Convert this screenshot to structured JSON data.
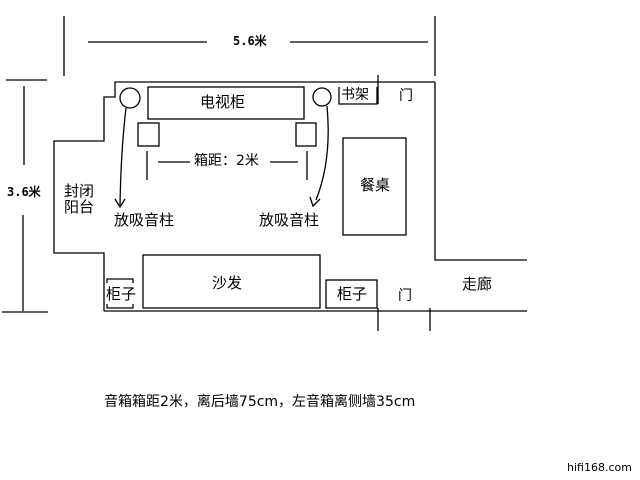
{
  "dimensions": {
    "width_label": "5.6米",
    "height_label": "3.6米"
  },
  "furniture": {
    "tv_cabinet": "电视柜",
    "bookshelf": "书架",
    "dining_table": "餐桌",
    "sofa": "沙发",
    "cabinet_left": "柜子",
    "cabinet_right": "柜子"
  },
  "areas": {
    "balcony_line1": "封闭",
    "balcony_line2": "阳台",
    "corridor": "走廊",
    "door_top": "门",
    "door_bottom": "门"
  },
  "speakers": {
    "spacing_label": "箱距：2米",
    "left_note": "放吸音柱",
    "right_note": "放吸音柱"
  },
  "caption": "音箱箱距2米，离后墙75cm，左音箱离侧墙35cm",
  "watermark": "hifi168.com",
  "colors": {
    "line": "#000000",
    "background": "#ffffff"
  }
}
